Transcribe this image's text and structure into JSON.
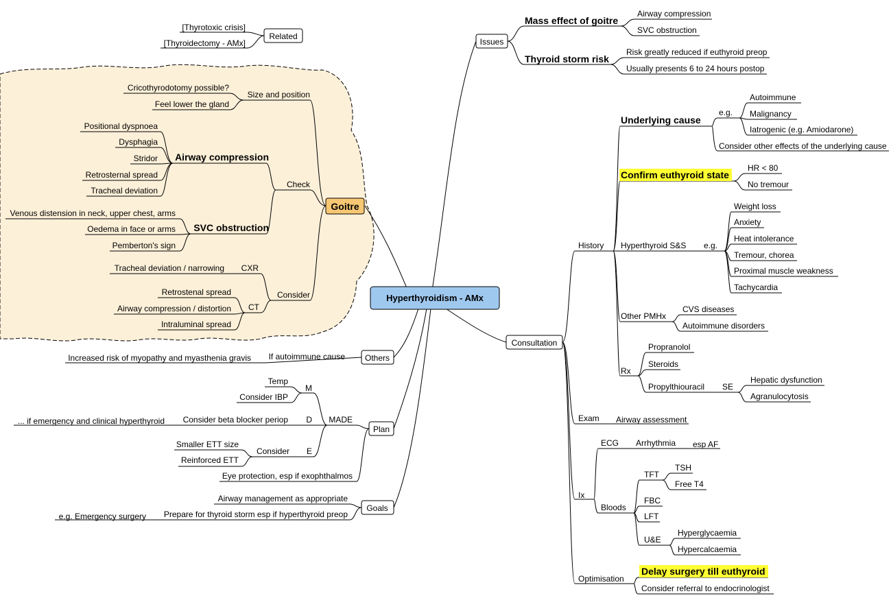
{
  "center": "Hyperthyroidism - AMx",
  "colors": {
    "center_fill": "#9fc8ef",
    "goitre_fill": "#f7c773",
    "highlight": "#ffff33",
    "cloud_fill": "#fdf0d9"
  },
  "related": {
    "label": "Related",
    "items": [
      "[Thyrotoxic crisis]",
      "[Thyroidectomy - AMx]"
    ]
  },
  "issues": {
    "label": "Issues",
    "mass": {
      "label": "Mass effect of goitre",
      "items": [
        "Airway compression",
        "SVC obstruction"
      ]
    },
    "storm": {
      "label": "Thyroid storm risk",
      "items": [
        "Risk greatly reduced if euthyroid preop",
        "Usually presents 6 to 24 hours postop"
      ]
    }
  },
  "goitre": {
    "label": "Goitre",
    "size": {
      "label": "Size and position",
      "items": [
        "Cricothyrodotomy possible?",
        "Feel lower the gland"
      ]
    },
    "check": "Check",
    "airway": {
      "label": "Airway compression",
      "items": [
        "Positional dyspnoea",
        "Dysphagia",
        "Stridor",
        "Retrosternal spread",
        "Tracheal deviation"
      ]
    },
    "svc": {
      "label": "SVC obstruction",
      "items": [
        "Venous distension in neck, upper chest, arms",
        "Oedema in face or arms",
        "Pemberton's sign"
      ]
    },
    "consider": "Consider",
    "cxr": {
      "label": "CXR",
      "items": [
        "Tracheal deviation / narrowing"
      ]
    },
    "ct": {
      "label": "CT",
      "items": [
        "Retrostenal spread",
        "Airway compression / distortion",
        "Intraluminal spread"
      ]
    }
  },
  "others": {
    "label": "Others",
    "cause": "If autoimmune cause",
    "detail": "Increased risk of myopathy and myasthenia gravis"
  },
  "plan": {
    "label": "Plan",
    "made": "MADE",
    "m": {
      "label": "M",
      "items": [
        "Temp",
        "Consider IBP"
      ]
    },
    "d": {
      "label": "D",
      "item": "Consider beta blocker periop",
      "sub": "... if emergency and clinical hyperthyroid"
    },
    "e": {
      "label": "E",
      "consider": "Consider",
      "items": [
        "Smaller ETT size",
        "Reinforced ETT"
      ]
    },
    "eye": "Eye protection, esp if exophthalmos"
  },
  "goals": {
    "label": "Goals",
    "items": [
      "Airway management as appropriate",
      "Prepare for thyroid storm esp if hyperthyroid preop"
    ],
    "sub": "e.g. Emergency surgery"
  },
  "consultation": {
    "label": "Consultation",
    "history": {
      "label": "History",
      "cause": {
        "label": "Underlying cause",
        "eg": "e.g.",
        "items": [
          "Autoimmune",
          "Malignancy",
          "Iatrogenic (e.g. Amiodarone)"
        ],
        "other": "Consider other effects of the underlying cause"
      },
      "euthyroid": {
        "label": "Confirm euthyroid state",
        "items": [
          "HR < 80",
          "No tremour"
        ]
      },
      "ss": {
        "label": "Hyperthyroid S&S",
        "eg": "e.g.",
        "items": [
          "Weight loss",
          "Anxiety",
          "Heat intolerance",
          "Tremour, chorea",
          "Proximal muscle weakness",
          "Tachycardia"
        ]
      },
      "pmhx": {
        "label": "Other PMHx",
        "items": [
          "CVS diseases",
          "Autoimmune disorders"
        ]
      },
      "rx": {
        "label": "Rx",
        "items": [
          "Propranolol",
          "Steroids",
          "Propylthiouracil"
        ],
        "se": "SE",
        "se_items": [
          "Hepatic dysfunction",
          "Agranulocytosis"
        ]
      }
    },
    "exam": {
      "label": "Exam",
      "item": "Airway assessment"
    },
    "ix": {
      "label": "Ix",
      "ecg": {
        "label": "ECG",
        "arr": "Arrhythmia",
        "af": "esp AF"
      },
      "bloods": {
        "label": "Bloods",
        "tft": "TFT",
        "tft_items": [
          "TSH",
          "Free T4"
        ],
        "fbc": "FBC",
        "lft": "LFT",
        "ue": "U&E",
        "ue_items": [
          "Hyperglycaemia",
          "Hypercalcaemia"
        ]
      }
    },
    "optimisation": {
      "label": "Optimisation",
      "items": [
        "Delay surgery till euthyroid",
        "Consider referral to endocrinologist"
      ]
    }
  }
}
